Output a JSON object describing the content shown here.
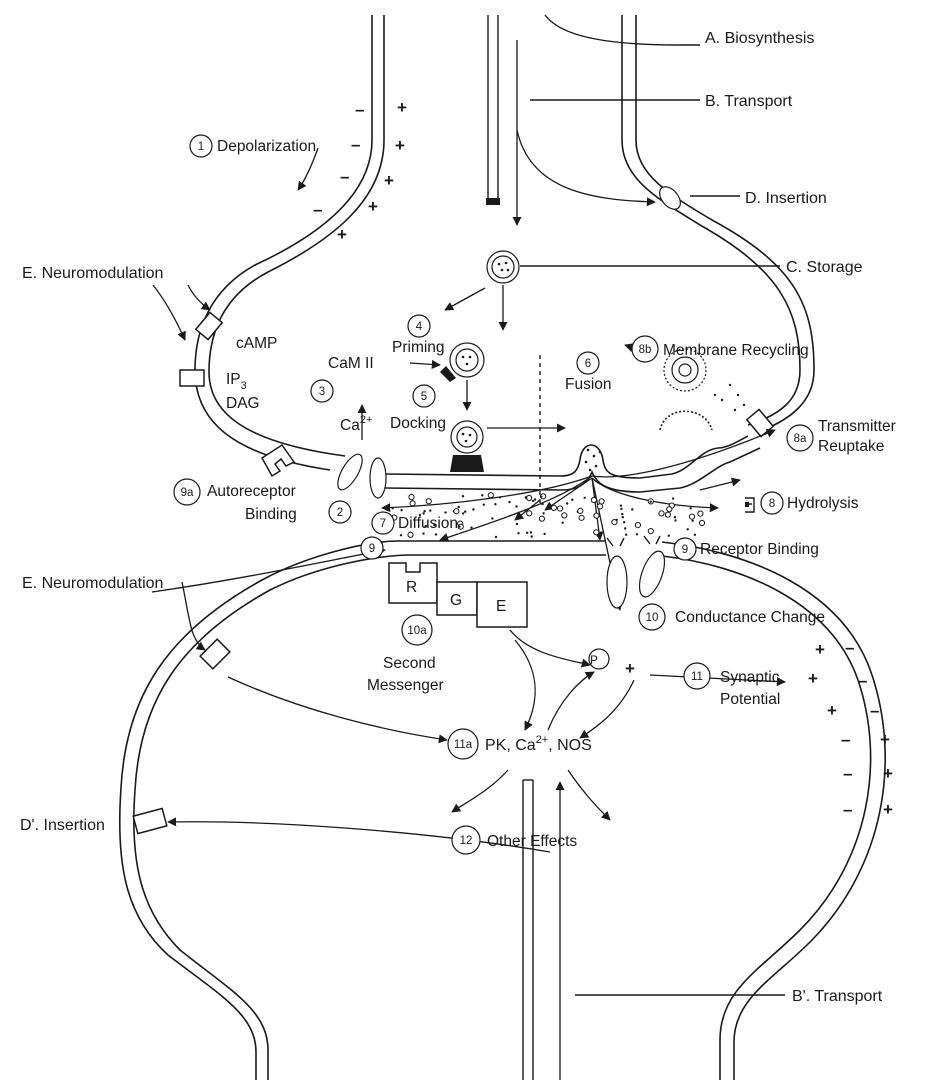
{
  "labels": {
    "biosynthesis": "A.  Biosynthesis",
    "transport": "B.  Transport",
    "insertion": "D.  Insertion",
    "storage": "C.  Storage",
    "neuromodulation_top": "E.  Neuromodulation",
    "neuromodulation_bottom": "E.  Neuromodulation",
    "depolarization": "Depolarization",
    "priming": "Priming",
    "camkii": "CaM II",
    "camp": "cAMP",
    "ip3": "IP",
    "ip3_sub": "3",
    "dag": "DAG",
    "ca": "Ca",
    "ca_sup": "2+",
    "docking": "Docking",
    "fusion": "Fusion",
    "membrane_recycling": "Membrane Recycling",
    "transmitter": "Transmitter",
    "reuptake": "Reuptake",
    "autoreceptor": "Autoreceptor",
    "binding": "Binding",
    "diffusion": "Diffusion",
    "hydrolysis": "Hydrolysis",
    "receptor_binding": "Receptor Binding",
    "conductance_change": "Conductance Change",
    "r": "R",
    "g": "G",
    "e": "E",
    "p": "P",
    "second": "Second",
    "messenger": "Messenger",
    "synaptic": "Synaptic",
    "potential": "Potential",
    "pk": "PK, Ca",
    "pk_sup": "2+",
    "nos": ", NOS",
    "other_effects": "Other Effects",
    "d_prime_insertion": "D'.  Insertion",
    "b_prime_transport": "B'.  Transport"
  },
  "step_numbers": {
    "n1": "1",
    "n2": "2",
    "n3": "3",
    "n4": "4",
    "n5": "5",
    "n6": "6",
    "n7": "7",
    "n8": "8",
    "n8a": "8a",
    "n8b": "8b",
    "n9": "9",
    "n9b": "9",
    "n9a": "9a",
    "n10": "10",
    "n10a": "10a",
    "n11": "11",
    "n11a": "11a",
    "n12": "12"
  },
  "signs": {
    "minus": "–",
    "plus": "+"
  }
}
